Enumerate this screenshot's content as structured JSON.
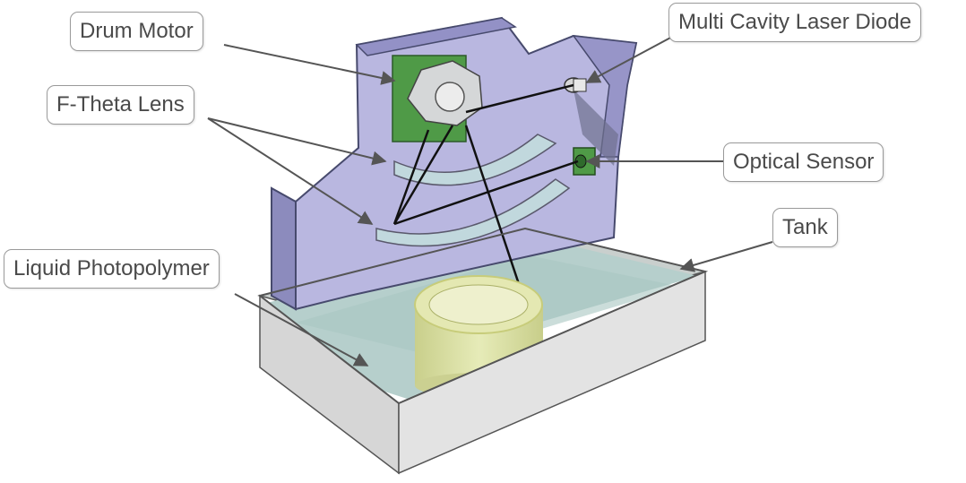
{
  "labels": {
    "drum_motor": "Drum Motor",
    "laser_diode": "Multi Cavity Laser Diode",
    "f_theta_lens": "F-Theta Lens",
    "optical_sensor": "Optical Sensor",
    "tank": "Tank",
    "liquid_photopolymer": "Liquid Photopolymer"
  },
  "colors": {
    "housing": "#b9b7e0",
    "housing_edge": "#474a6d",
    "circuit_board": "#4f9a47",
    "lens": "#c2dadd",
    "tank_wall": "#d8d8d8",
    "liquid": "#b6cfcc",
    "printed_part": "#d9dfa2",
    "leader_line": "#555555"
  }
}
